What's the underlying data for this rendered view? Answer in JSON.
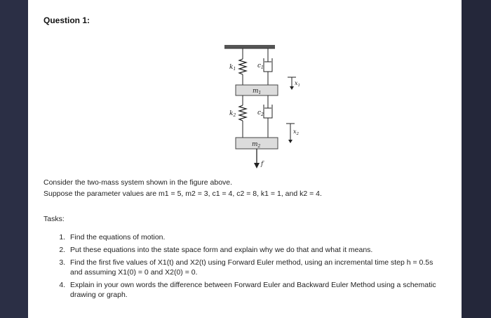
{
  "question_title": "Question 1:",
  "figure": {
    "k1": "k",
    "k1_sub": "1",
    "c1": "c",
    "c1_sub": "1",
    "m1": "m",
    "m1_sub": "1",
    "x1": "x",
    "x1_sub": "1",
    "k2": "k",
    "k2_sub": "2",
    "c2": "c",
    "c2_sub": "2",
    "m2": "m",
    "m2_sub": "2",
    "x2": "x",
    "x2_sub": "2",
    "f": "f"
  },
  "paragraph": {
    "line1": "Consider the two-mass system shown in the figure above.",
    "line2": "Suppose the parameter values are m1 = 5, m2 = 3, c1 = 4, c2 = 8, k1 = 1, and k2 = 4."
  },
  "tasks_label": "Tasks:",
  "tasks": [
    "Find the equations of motion.",
    "Put these equations into the state space form and explain why we do that and what it means.",
    "Find the first five values of X1(t) and X2(t) using Forward Euler method, using an incremental time step h = 0.5s and assuming X1(0) = 0 and X2(0) = 0.",
    "Explain in your own words the difference between Forward Euler and Backward Euler Method using a schematic drawing or graph."
  ]
}
